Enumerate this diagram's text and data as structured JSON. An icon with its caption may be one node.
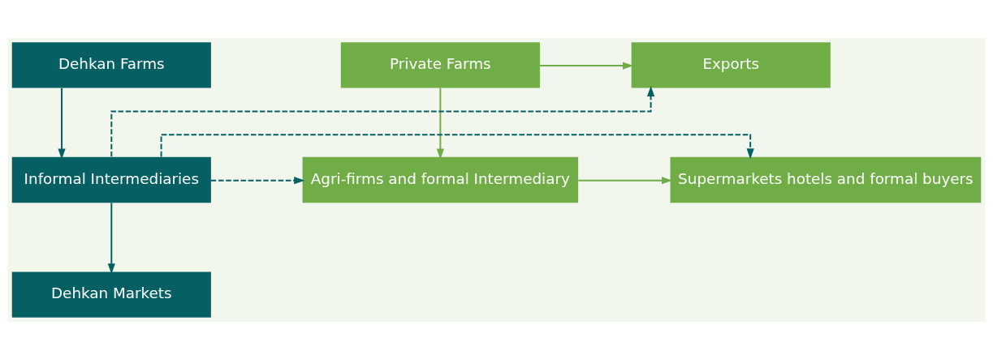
{
  "diagram": {
    "nodes": [
      {
        "text": [
          "Dehkan Farms"
        ]
      },
      {
        "text": [
          "Private Farms"
        ]
      },
      {
        "text": [
          "Exports"
        ]
      },
      {
        "text": [
          "Informal Intermediaries"
        ]
      },
      {
        "text": [
          "Agri-firms and formal Intermediary"
        ]
      },
      {
        "text": [
          "Supermarkets hotels and formal buyers"
        ]
      },
      {
        "text": [
          "Dehkan Markets"
        ]
      }
    ],
    "edges": [
      {
        "from": 0,
        "to": 3,
        "arrow": "to"
      },
      {
        "from": 1,
        "to": 2,
        "arrow": "to",
        "color": "#70ad47"
      },
      {
        "from": 3,
        "to": 2,
        "arrow": "to",
        "style": "dashed"
      },
      {
        "from": 1,
        "to": 4,
        "arrow": "to",
        "color": "#70ad47"
      },
      {
        "from": 4,
        "to": 5,
        "arrow": "to",
        "color": "#70ad47"
      },
      {
        "from": 3,
        "to": 6,
        "arrow": "to"
      },
      {
        "from": 3,
        "to": 4,
        "arrow": "to",
        "style": "dashed"
      },
      {
        "from": 3,
        "to": 5,
        "arrow": "to",
        "style": "dashed"
      }
    ]
  }
}
